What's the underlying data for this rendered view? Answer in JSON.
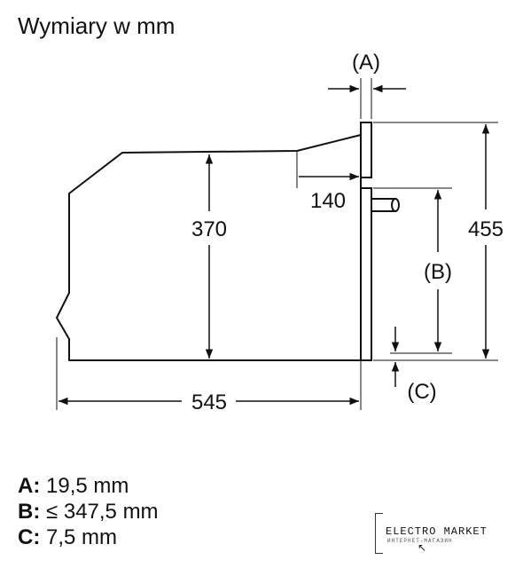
{
  "title": "Wymiary w mm",
  "dimensions": {
    "depth_total": "545",
    "height_left": "370",
    "height_total": "455",
    "top_step": "140",
    "label_a": "(A)",
    "label_b": "(B)",
    "label_c": "(C)"
  },
  "legend": [
    {
      "key": "A:",
      "value": "19,5 mm"
    },
    {
      "key": "B:",
      "value": "≤ 347,5 mm"
    },
    {
      "key": "C:",
      "value": "7,5 mm"
    }
  ],
  "logo": {
    "name": "ELECTRO MARKET",
    "tagline": "ИНТЕРНЕТ-МАГАЗИН"
  }
}
